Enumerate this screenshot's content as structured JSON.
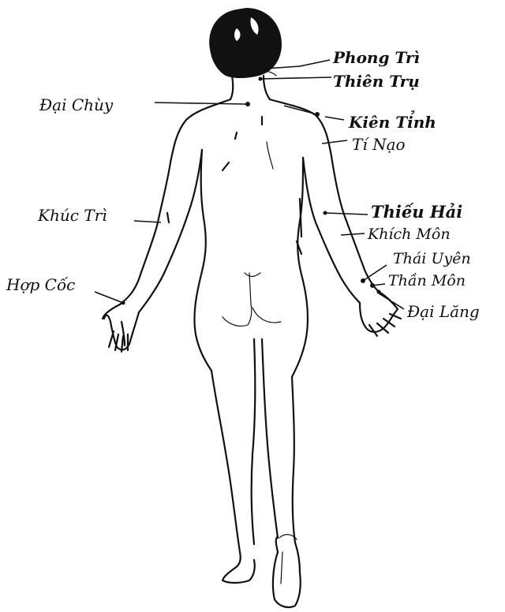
{
  "points": [
    {
      "id": "phong-tri",
      "label": "Phong Trì",
      "bold": true
    },
    {
      "id": "thien-tru",
      "label": "Thiên Trụ",
      "bold": true
    },
    {
      "id": "dai-chuy",
      "label": "Đại Chùy",
      "bold": false
    },
    {
      "id": "kien-tinh",
      "label": "Kiên Tỉnh",
      "bold": true
    },
    {
      "id": "ti-nao",
      "label": "Tí Nạo",
      "bold": false
    },
    {
      "id": "khuc-tri",
      "label": "Khúc Trì",
      "bold": false
    },
    {
      "id": "thieu-hai",
      "label": "Thiếu Hải",
      "bold": true
    },
    {
      "id": "khich-mon",
      "label": "Khích Môn",
      "bold": false
    },
    {
      "id": "thai-uyen",
      "label": "Thái Uyên",
      "bold": false
    },
    {
      "id": "than-mon",
      "label": "Thần Môn",
      "bold": false
    },
    {
      "id": "hop-coc",
      "label": "Hợp Cốc",
      "bold": false
    },
    {
      "id": "dai-lang",
      "label": "Đại Lăng",
      "bold": false
    }
  ]
}
